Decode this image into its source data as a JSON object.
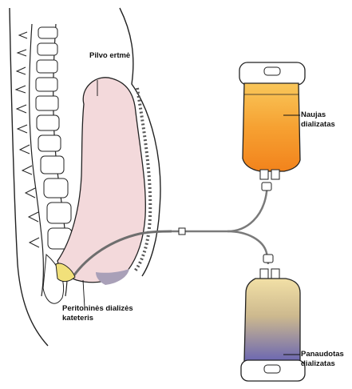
{
  "labels": {
    "abdominal_cavity": "Pilvo ertmė",
    "fresh_dialysate_line1": "Naujas",
    "fresh_dialysate_line2": "dializatas",
    "used_dialysate_line1": "Panaudotas",
    "used_dialysate_line2": "dializatas",
    "catheter_line1": "Peritoninės dializės",
    "catheter_line2": "kateteris"
  },
  "colors": {
    "cavity_fill": "#f2d6d8",
    "fresh_bag_top": "#f7b23a",
    "fresh_bag_bottom": "#f48a1e",
    "used_bag_top": "#f0dc9e",
    "used_bag_bottom": "#6f69b0",
    "tube": "#7a7a7a",
    "catheter_tip": "#f1e07a"
  }
}
